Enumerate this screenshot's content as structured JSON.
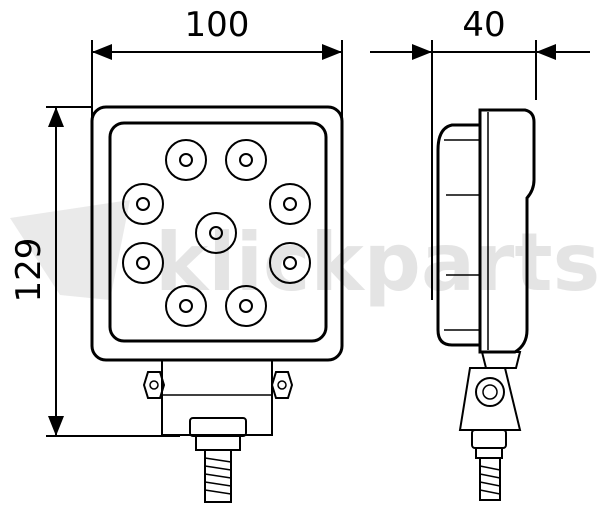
{
  "dimensions": {
    "width": "100",
    "depth": "40",
    "height": "129"
  },
  "watermark": {
    "text": "klickparts"
  },
  "led_count": 9,
  "colors": {
    "line": "#000000",
    "watermark": "#cfcfcf",
    "background": "#ffffff"
  }
}
